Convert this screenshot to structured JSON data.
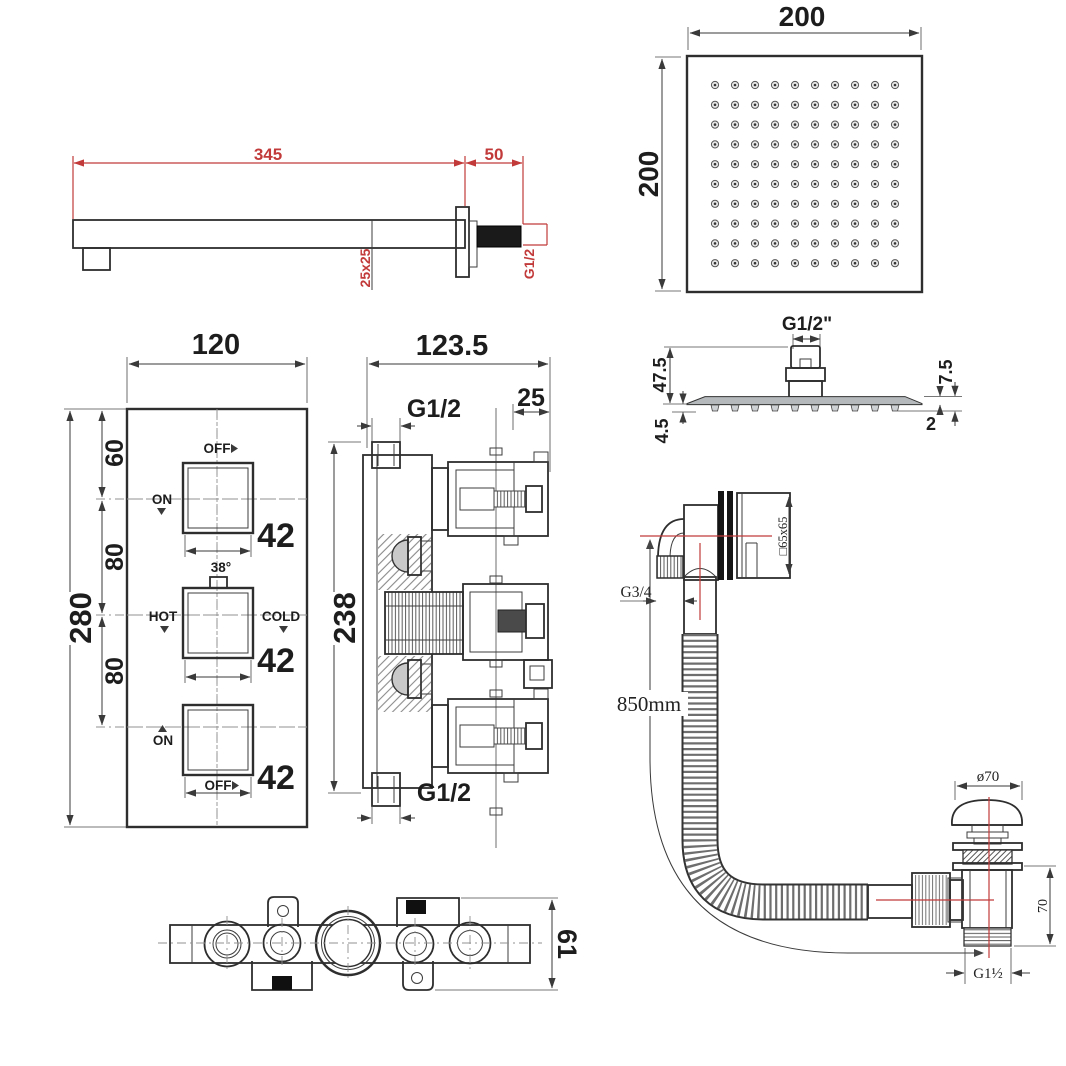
{
  "colors": {
    "dimension_red": "#c23a3a",
    "line": "#2e2e2e",
    "metal_gray": "#b6b9bb"
  },
  "shower_arm": {
    "length": "345",
    "wall_distance": "50",
    "profile": "25x25",
    "thread": "G1/2"
  },
  "head_top_view": {
    "width": "200",
    "height": "200",
    "grid": {
      "rows": 10,
      "cols": 10
    }
  },
  "head_side_view": {
    "thread": "G1/2\"",
    "height_to_plate": "47.5",
    "nozzle_height": "4.5",
    "edge_height": "7.5",
    "plate_thickness": "2"
  },
  "control_panel": {
    "width": "120",
    "height": "280",
    "offset_top": "60",
    "spacing_mid": "80",
    "spacing_bottom": "80",
    "knob_size": "42",
    "knob_top": {
      "off": "OFF",
      "on": "ON"
    },
    "knob_middle": {
      "preset": "38°",
      "hot": "HOT",
      "cold": "COLD"
    },
    "knob_bottom": {
      "on": "ON",
      "off": "OFF"
    }
  },
  "valve_body": {
    "width": "123.5",
    "height": "238",
    "depth": "25",
    "thread_top": "G1/2",
    "thread_bottom": "G1/2"
  },
  "mounting_bracket": {
    "height": "61"
  },
  "bath_filler": {
    "hose_length": "850mm",
    "inlet_thread": "G3/4",
    "overflow_size": "□65x65"
  },
  "waste_drain": {
    "cap_diameter": "ø70",
    "height": "70",
    "thread": "G1½"
  }
}
